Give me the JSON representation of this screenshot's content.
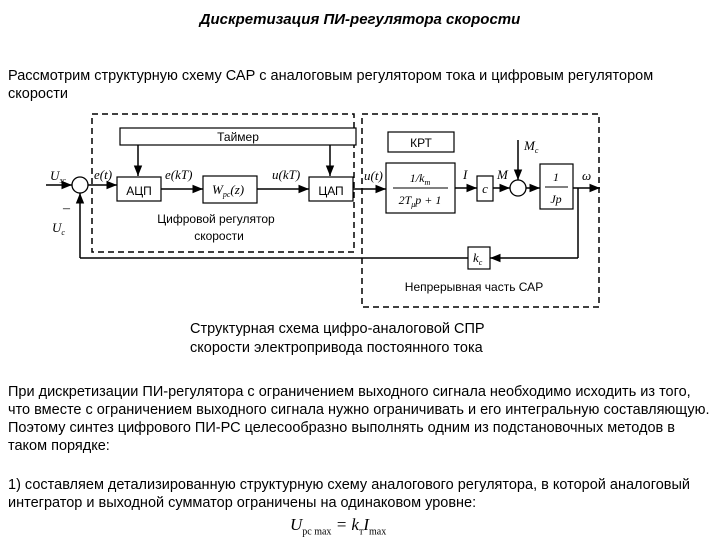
{
  "title": "Дискретизация ПИ-регулятора скорости",
  "intro": "Рассмотрим структурную схему САР с аналоговым регулятором тока и цифровым регулятором скорости",
  "diagram": {
    "timer": "Таймер",
    "adc": "АЦП",
    "dac": "ЦАП",
    "krt": "КРТ",
    "wrc_label": "W",
    "wrc_sub": "рс",
    "wrc_arg": "(z)",
    "digital_label_1": "Цифровой регулятор",
    "digital_label_2": "скорости",
    "continuous_label": "Непрерывная часть САР",
    "input_u": "U",
    "input_u_sub": "зс",
    "feedback_u": "U",
    "feedback_u_sub": "c",
    "minus": "–",
    "e_t": "e(t)",
    "e_kT": "e(kT)",
    "u_kT": "u(kT)",
    "u_t": "u(t)",
    "I": "I",
    "c_block": "c",
    "M": "M",
    "Mc": "M",
    "Mc_sub": "c",
    "omega": "ω",
    "kc": "k",
    "kc_sub": "c",
    "tf_num": "1/k",
    "tf_num_sub": "т",
    "tf_den": "2T",
    "tf_den_sub": "μ",
    "tf_den_rest": "p + 1",
    "int_num": "1",
    "int_den": "Jp"
  },
  "caption": {
    "line1": "Структурная схема цифро-аналоговой СПР",
    "line2": "скорости электропривода постоянного тока"
  },
  "paragraph2": "При дискретизации ПИ-регулятора с ограничением выходного сигнала необходимо исходить из того, что вместе с ограничением выходного сигнала нужно ограничивать и его интегральную составляющую. Поэтому синтез цифрового ПИ-РС целесообразно выполнять одним из подстановочных методов в таком порядке:",
  "paragraph3": "1) составляем детализированную структурную схему аналогового регулятора, в которой аналоговый интегратор и выходной сумматор ограничены на одинаковом уровне:",
  "formula": {
    "lhs": "U",
    "lhs_sub": "рс max",
    "eq": " = k",
    "k_sub": "т",
    "rhs": "I",
    "rhs_sub": "max"
  }
}
